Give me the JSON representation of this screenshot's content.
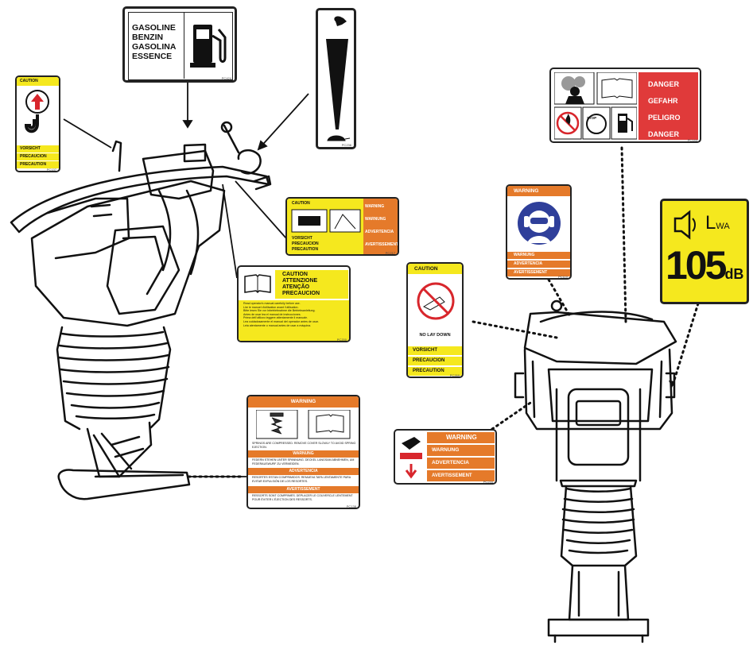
{
  "decals": {
    "fuel": {
      "lines": [
        "GASOLINE",
        "BENZIN",
        "GASOLINA",
        "ESSENCE"
      ],
      "code": "PC424"
    },
    "throttle": {
      "code": "PC236"
    },
    "lifting": {
      "header": "CAUTION",
      "lines": [
        "VORSICHT",
        "PRECAUCION",
        "PRECAUTION"
      ],
      "code": "PC137"
    },
    "hot": {
      "caution": "CAUTION",
      "warning_lines": [
        "WARNING",
        "WARNUNG",
        "ADVERTENCIA",
        "AVERTISSEMENT"
      ],
      "caution_lines": [
        "VORSICHT",
        "PRECAUCION",
        "PRECAUTION"
      ],
      "code": "PC217"
    },
    "manual": {
      "header_lines": [
        "CAUTION",
        "ATTENZIONE",
        "ATENÇÃO",
        "PRECAUCION"
      ],
      "body": [
        "Read operator's manual carefully before use.",
        "Lire le manuel d'utilisation avant l'utilisation.",
        "Bitte lesen Sie vor Inbetriebnahme die Betriebsanleitung.",
        "Antes de usar lea el manual de instrucciones.",
        "Prima dell'utilizzo leggere attentamente il manuale.",
        "Lea cuidadosamente el manual del operador antes de usar.",
        "Leia atentamente o manual antes de usar a máquina."
      ],
      "code": "PC200"
    },
    "nolay": {
      "header": "CAUTION",
      "caption": "NO LAY DOWN",
      "lines": [
        "VORSICHT",
        "PRECAUCION",
        "PRECAUTION"
      ],
      "code": "PC269"
    },
    "spring": {
      "sections": [
        "WARNING",
        "WARNUNG",
        "ADVERTENCIA",
        "AVERTISSEMENT"
      ],
      "texts": [
        "SPRINGS ARE COMPRESSED. REMOVE COVER SLOWLY TO AVOID SPRING EJECTION.",
        "FEDERN STEHEN UNTER SPANNUNG. DECKEL LANGSAM ABNEHMEN, UM FEDERAUSWURF ZU VERMEIDEN.",
        "RESORTES ESTÁN COMPRIMIDOS. REMUEVA TAPA LENTAMENTE PARA EVITAR EXPULSIÓN DE LOS RESORTES.",
        "RESSORTS SONT COMPRIMÉS. DÉPLACER LE COUVERCLE LENTEMENT POUR ÉVITER L'ÉJECTION DES RESSORTS."
      ],
      "code": "PC138"
    },
    "warning_ppe": {
      "header": "WARNING",
      "lines": [
        "WARNUNG",
        "ADVERTENCIA",
        "AVERTISSEMENT"
      ],
      "code": "PC110"
    },
    "danger": {
      "lines": [
        "DANGER",
        "GEFAHR",
        "PELIGRO",
        "DANGER"
      ],
      "stop": "STOP",
      "code": "PC143"
    },
    "noise": {
      "lwa": "L",
      "lwa_sub": "WA",
      "value": "105",
      "unit": "dB"
    },
    "crush": {
      "lines": [
        "WARNING",
        "WARNUNG",
        "ADVERTENCIA",
        "AVERTISSEMENT"
      ],
      "code": "PC234"
    }
  },
  "colors": {
    "caution_yellow": "#f5e81e",
    "warning_orange": "#e57a2a",
    "danger_red": "#e03a3a",
    "prohibit_red": "#d8262c",
    "ppe_blue": "#2f3f9a"
  }
}
